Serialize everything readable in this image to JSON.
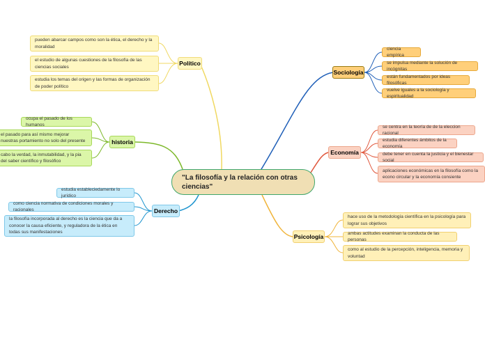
{
  "central": "\"La filosofía y la relación con otras ciencias\"",
  "politico": {
    "label": "Político",
    "items": [
      "pueden abarcar  campos como son la ética, el derecho y la moralidad",
      "el estudio de algunas cuestiones de la filosofía de las ciencias sociales",
      "estudia los temas del origen y las formas de organización de poder político"
    ]
  },
  "historia": {
    "label": "historia",
    "items": [
      "ocupa el pasado de los humanos",
      "el pasado para así mismo mejorar nuestras portamiento no solo del presente",
      "cabo la verdad, la inmutabilidad, y la pia del saber científico y filosófico"
    ]
  },
  "derecho": {
    "label": "Derecho",
    "items": [
      "estudia estableciedamente lo jurídico",
      "como ciencia normativa de condiciones morales y racionales",
      "la filosofía incorporada al derecho es la ciencia que da a conocer la causa eficiente, y reguladora de la ética en todas sus manifestaciones"
    ]
  },
  "sociologia": {
    "label": "Sociología",
    "items": [
      "ciencia empírica",
      "se impulsa mediante la solución de incógnitas",
      "están fundamentados por ideas filosóficas",
      "vuelve iguales a la sociología y espiritualidad"
    ]
  },
  "economia": {
    "label": "Economía",
    "items": [
      "se centra en la teoría de de la eleccion racional",
      "estudia diferentes ámbitos de la economía",
      "debe tener en cuenta la justicia y el bienestar social",
      "aplicaciones económicas en la filosofía como la econo circular y la economía consiente"
    ]
  },
  "psicologia": {
    "label": "Psicología",
    "items": [
      "hace uso de la metodología científica en la psicología para lograr sus objetivos",
      "ambas actitudes examinan la conducta de las personas",
      "como al estudio de la percepción, inteligencia, memoria  y voluntad"
    ]
  },
  "colors": {
    "politico": "#f0d860",
    "historia": "#7cb829",
    "derecho": "#1f95cf",
    "sociologia": "#1f5fb8",
    "economia": "#e0553a",
    "psicologia": "#f0b43a"
  }
}
